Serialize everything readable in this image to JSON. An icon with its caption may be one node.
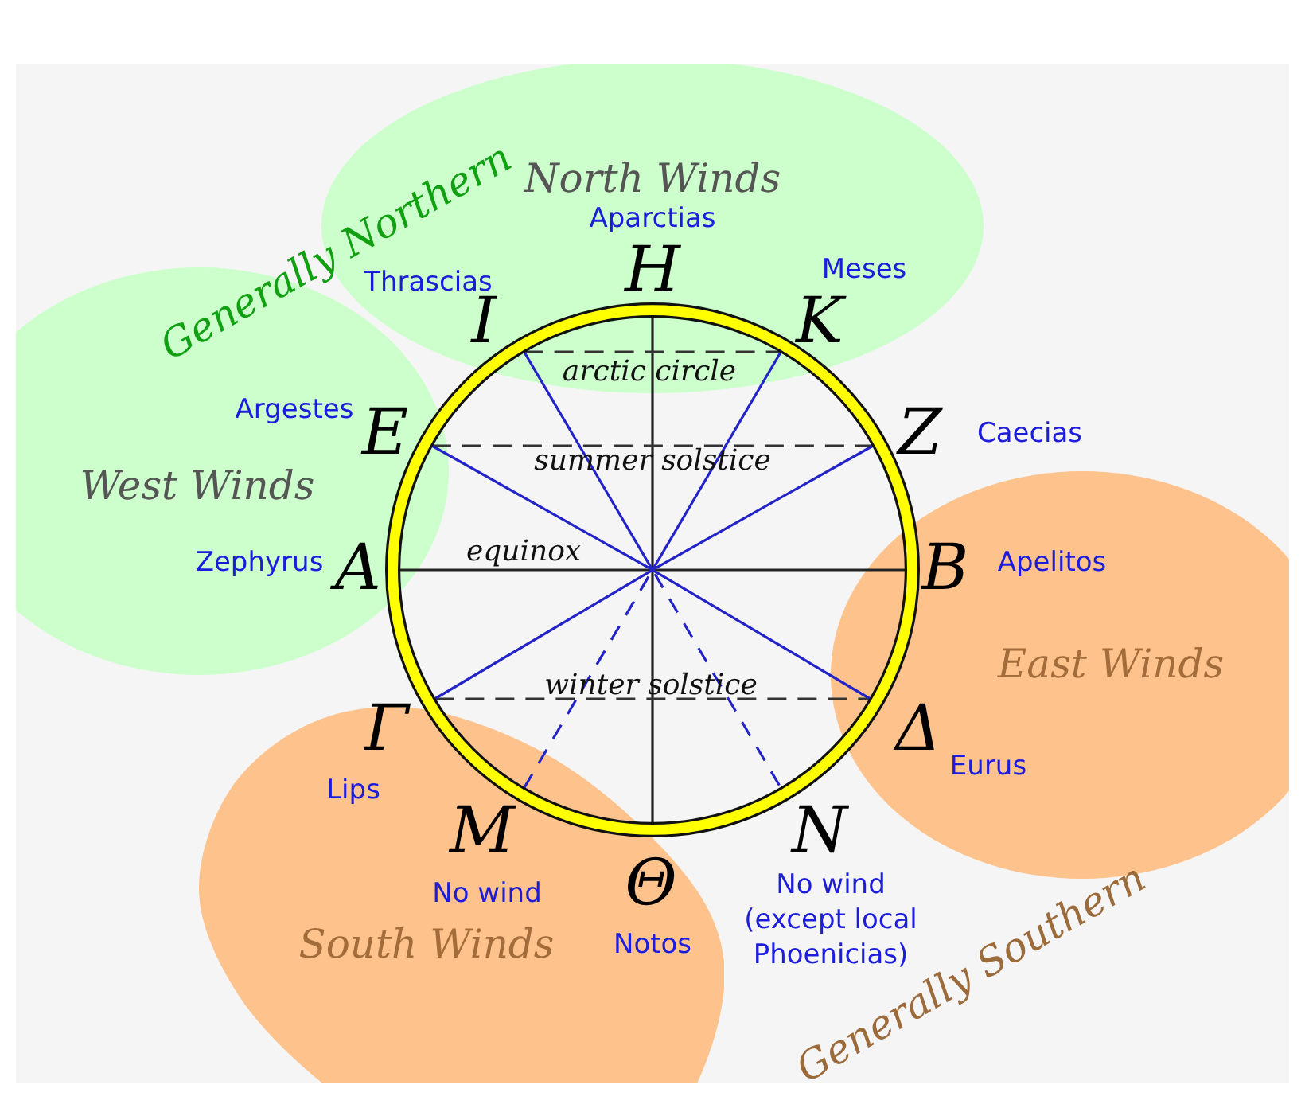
{
  "diagram": {
    "nodes": [
      {
        "text": [
          "North Winds"
        ]
      },
      {
        "text": [
          "West Winds"
        ]
      },
      {
        "text": [
          "East Winds"
        ]
      },
      {
        "text": [
          "South Winds"
        ]
      }
    ],
    "labels": [
      "Aparctias",
      "Generally Northern",
      "H",
      "Meses",
      "Thrascias",
      "I",
      "K",
      "arctic circle",
      "Argestes",
      "E",
      "Z",
      "Caecias",
      "summer solstice",
      "Zephyrus",
      "A",
      "equinox",
      "B",
      "Apelitos",
      "winter solstice",
      "Γ",
      "Δ",
      "Eurus",
      "Lips",
      "M",
      "N",
      "Θ",
      "No wind",
      "No wind (except local Phoenicias)",
      "Notos",
      "Generally Southern"
    ]
  }
}
